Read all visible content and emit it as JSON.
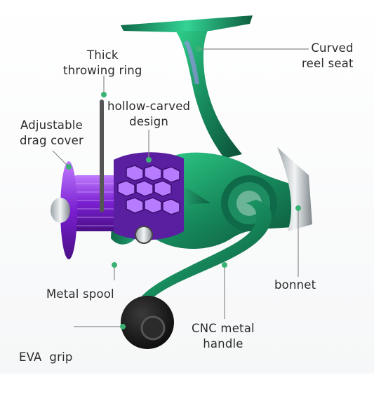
{
  "labels": {
    "thick_throwing_ring": [
      "Thick",
      "throwing ring"
    ],
    "curved_reel_seat": [
      "Curved",
      "reel seat"
    ],
    "hollow_carved_design": [
      "hollow-carved",
      "design"
    ],
    "adjustable_drag_cover": [
      "Adjustable",
      "drag cover"
    ],
    "bonnet": "bonnet",
    "metal_spool": "Metal spool",
    "eva_grip": "EVA  grip",
    "cnc_metal_handle": [
      "CNC metal",
      "handle"
    ]
  },
  "colors": {
    "body_green": "#1f9a6a",
    "accent_purple": "#8a2be2",
    "leader_line": "#8a8a8a",
    "dot_green": "#3bb273",
    "knob_black": "#1a1a1a"
  }
}
